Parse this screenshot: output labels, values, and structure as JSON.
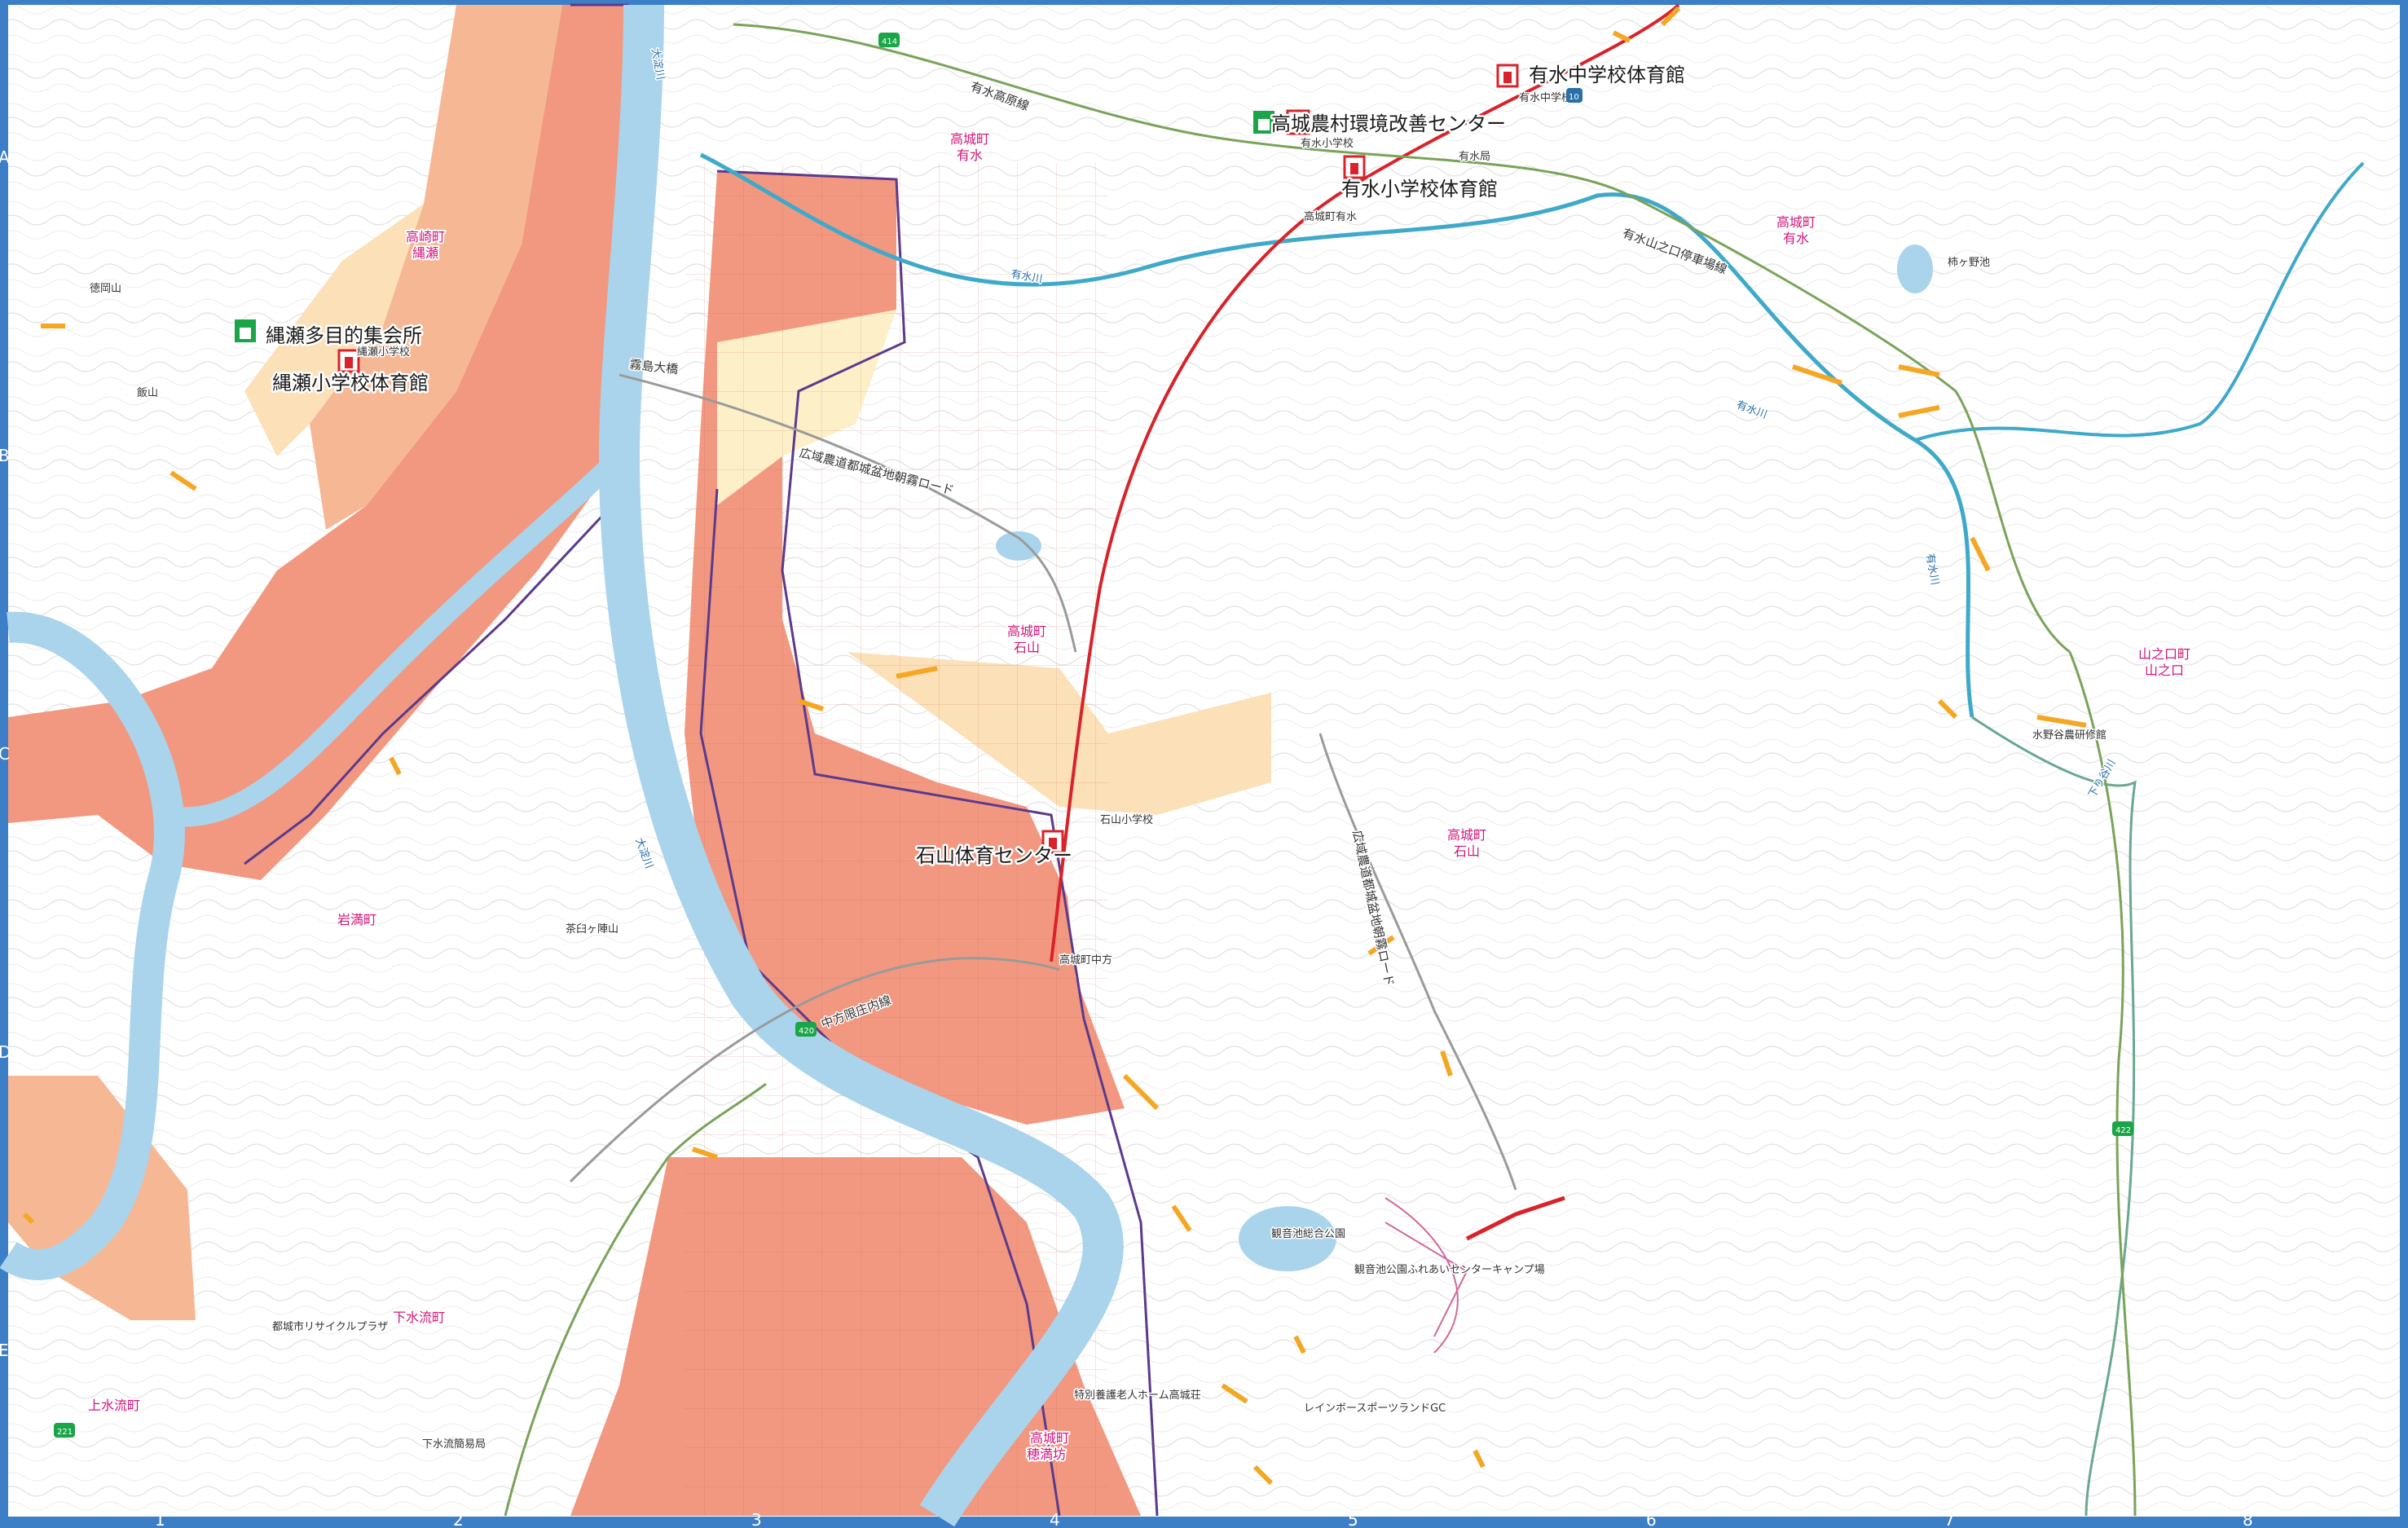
{
  "colors": {
    "frame": "#3d7fc6",
    "flood_deep": "#f29880",
    "flood_mid": "#f6b894",
    "flood_light": "#fbe0b8",
    "flood_yellow": "#fdf0c8",
    "river": "#a9d4ec",
    "stream": "#3fa9c9",
    "highway": "#d8232a",
    "road": "#7aa35a",
    "boundary": "#5b3a8c",
    "landslide": "#f5a623",
    "pink": "#d0167a"
  },
  "grid": {
    "columns": [
      "1",
      "2",
      "3",
      "4",
      "5",
      "6",
      "7",
      "8"
    ],
    "rows": [
      "A",
      "B",
      "C",
      "D",
      "E"
    ]
  },
  "facilities": [
    {
      "name": "有水中学校体育館",
      "icon": "refuge-school-icon"
    },
    {
      "name": "高城農村環境改善センター",
      "icon": "refuge-community-icon"
    },
    {
      "name": "有水小学校体育館",
      "icon": "refuge-school-icon"
    },
    {
      "name": "縄瀬多目的集会所",
      "icon": "refuge-community-icon"
    },
    {
      "name": "縄瀬小学校体育館",
      "icon": "refuge-school-icon"
    },
    {
      "name": "石山体育センター",
      "icon": "refuge-school-icon"
    }
  ],
  "town_labels": [
    {
      "text": "高城町",
      "text2": "有水"
    },
    {
      "text": "高城町",
      "text2": "有水"
    },
    {
      "text": "高崎町",
      "text2": "縄瀬"
    },
    {
      "text": "高城町",
      "text2": "石山"
    },
    {
      "text": "高城町",
      "text2": "石山"
    },
    {
      "text": "山之口町",
      "text2": "山之口"
    },
    {
      "text": "岩満町",
      "text2": ""
    },
    {
      "text": "下水流町",
      "text2": ""
    },
    {
      "text": "上水流町",
      "text2": ""
    },
    {
      "text": "高城町",
      "text2": "穂満坊"
    }
  ],
  "small_labels": [
    "有水中学校",
    "有水小学校",
    "高城町有水",
    "有水局",
    "縄瀬小学校",
    "石山小学校",
    "高城町中方",
    "柿ヶ野池",
    "水野谷農研修館",
    "観音池総合公園",
    "観音池公園ふれあいセンターキャンプ場",
    "レインボースポーツランドGC",
    "都城市リサイクルプラザ",
    "特別養護老人ホーム高城荘",
    "下水流簡易局",
    "徳岡山",
    "飯山",
    "茶臼ヶ陣山"
  ],
  "road_labels": [
    "広域農道都城盆地朝霧ロード",
    "広域農道都城盆地朝霧ロード",
    "中方限庄内線",
    "有水高原線",
    "霧島大橋",
    "有水山之口停車場線"
  ],
  "river_labels": [
    "大淀川",
    "有水川",
    "大淀川",
    "有水川",
    "下り谷川",
    "有水川"
  ],
  "route_numbers": [
    "414",
    "10",
    "420",
    "422",
    "221"
  ]
}
